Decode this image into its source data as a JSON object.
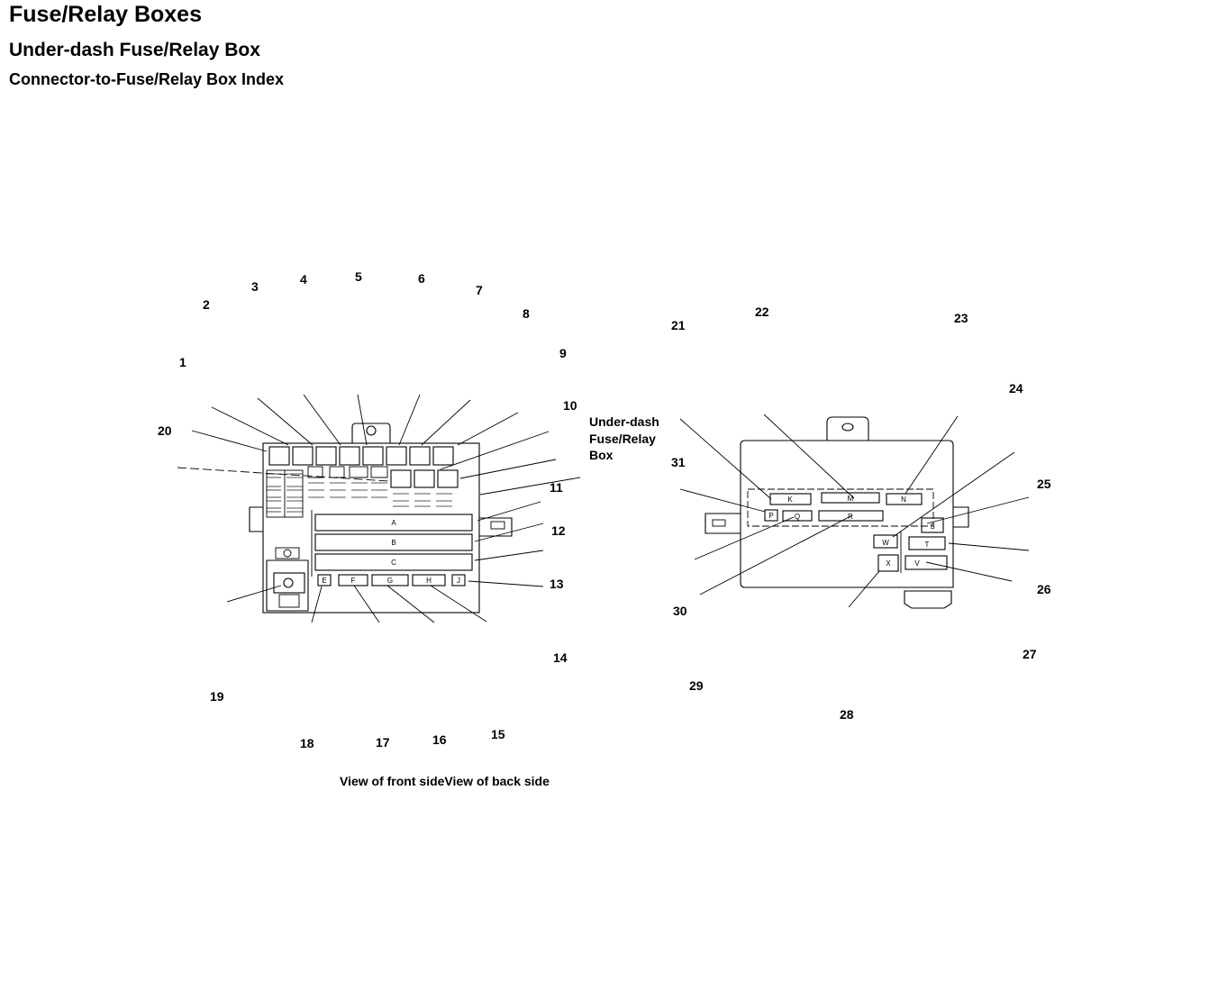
{
  "header": {
    "title": "Fuse/Relay Boxes",
    "subtitle": "Under-dash Fuse/Relay Box",
    "section": "Connector-to-Fuse/Relay Box Index"
  },
  "diagram": {
    "box_label_lines": [
      "Under-dash",
      "Fuse/Relay",
      "Box"
    ],
    "caption": "View of front sideView of back side",
    "callout_numbers": [
      "1",
      "2",
      "3",
      "4",
      "5",
      "6",
      "7",
      "8",
      "9",
      "10",
      "11",
      "12",
      "13",
      "14",
      "15",
      "16",
      "17",
      "18",
      "19",
      "20",
      "21",
      "22",
      "23",
      "24",
      "25",
      "26",
      "27",
      "28",
      "29",
      "30",
      "31"
    ],
    "front_connectors": [
      "A",
      "B",
      "C",
      "F",
      "G",
      "H",
      "J",
      "E"
    ],
    "back_connectors": [
      "K",
      "M",
      "N",
      "P",
      "Q",
      "R",
      "S",
      "T",
      "V",
      "W",
      "X"
    ]
  }
}
